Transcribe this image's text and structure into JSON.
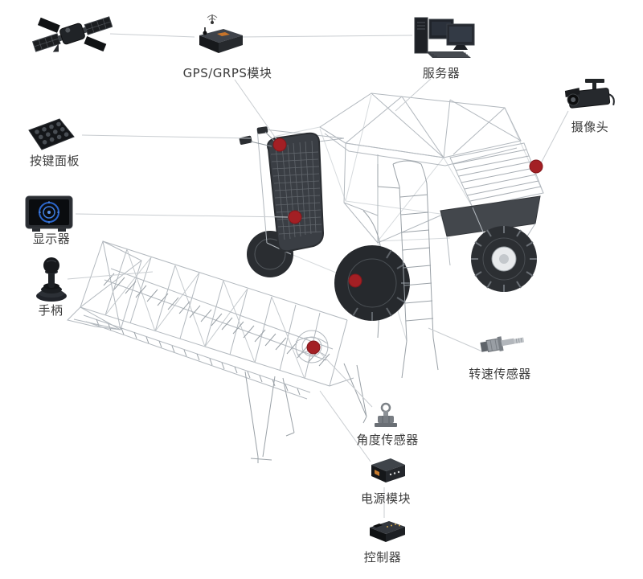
{
  "labels": {
    "gps_module": "GPS/GRPS模块",
    "server": "服务器",
    "camera": "摄像头",
    "keypad": "按键面板",
    "display": "显示器",
    "joystick": "手柄",
    "speed_sensor": "转速传感器",
    "angle_sensor": "角度传感器",
    "power_module": "电源模块",
    "controller": "控制器"
  },
  "colors": {
    "marker_dot": "#a31f24",
    "connector_line": "#c9cdd1",
    "wireframe": "#b2b8be",
    "label_text": "#3c3c3c"
  },
  "markers": {
    "count": 5
  }
}
